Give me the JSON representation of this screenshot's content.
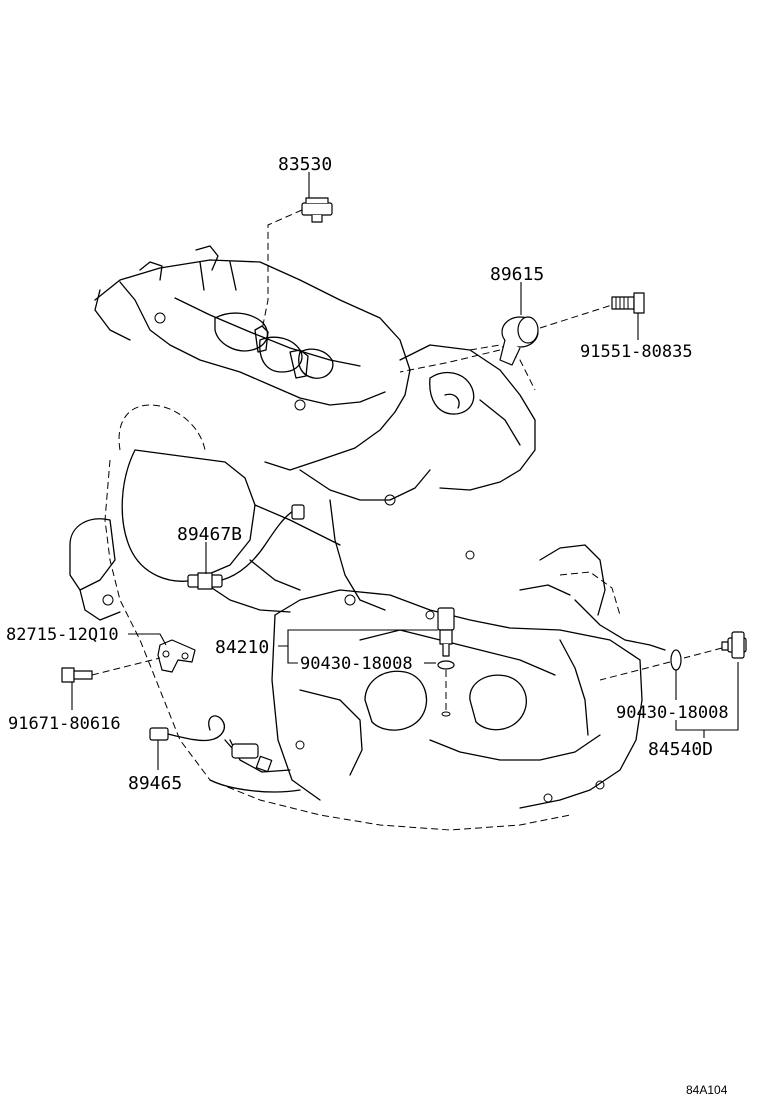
{
  "diagram": {
    "parts": {
      "p83530": "83530",
      "p89615": "89615",
      "p91551": "91551-80835",
      "p89467b": "89467B",
      "p82715": "82715-12Q10",
      "p84210": "84210",
      "p90430a": "90430-18008",
      "p91671": "91671-80616",
      "p89465": "89465",
      "p90430b": "90430-18008",
      "p84540d": "84540D"
    },
    "figure_code": "84A104"
  }
}
